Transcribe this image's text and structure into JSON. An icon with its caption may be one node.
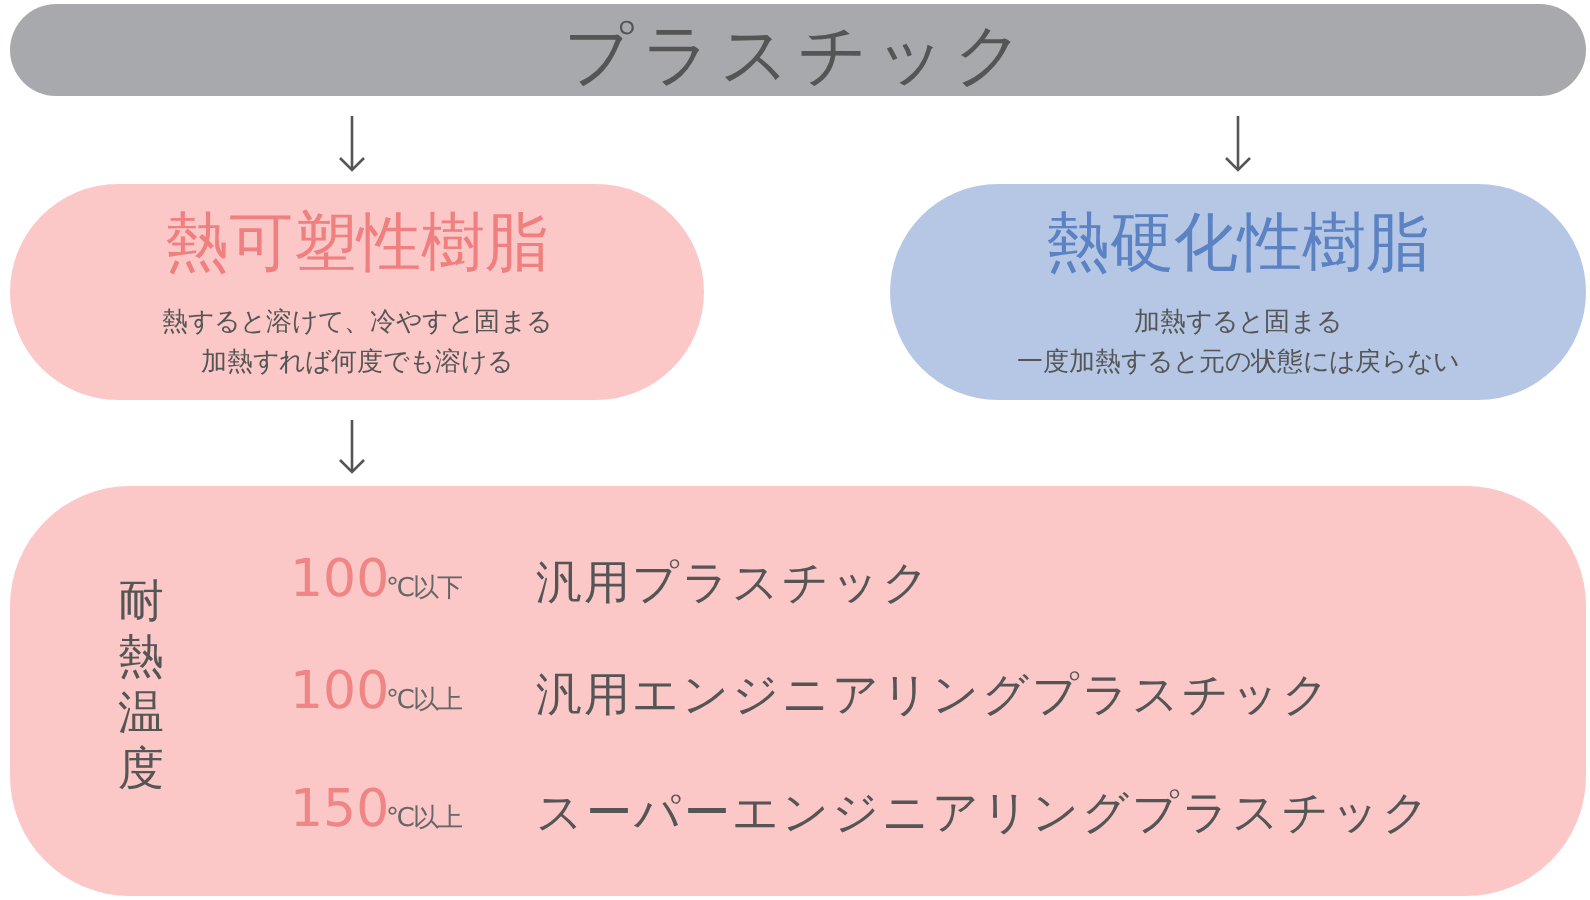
{
  "diagram": {
    "nodes": [
      {
        "text": [
          "プラスチック"
        ]
      },
      {
        "text": [
          "熱可塑性樹脂",
          "熱すると溶けて、冷やすと固まる加熱すれば何度でも溶ける"
        ]
      },
      {
        "text": [
          "熱硬化性樹脂",
          "加熱すると固まる一度加熱すると元の状態には戻らない"
        ]
      },
      {
        "text": [
          "耐熱温度"
        ]
      }
    ],
    "edges": [
      {
        "from": 0,
        "to": 1,
        "arrow": "to"
      },
      {
        "from": 0,
        "to": 2,
        "arrow": "to"
      },
      {
        "from": 1,
        "to": 3,
        "arrow": "to"
      }
    ],
    "labels": [
      "100",
      "℃以下",
      "汎用プラスチック",
      "100",
      "℃以上",
      "汎用エンジニアリングプラスチック",
      "150",
      "℃以上",
      "スーパーエンジニアリングプラスチック"
    ]
  }
}
